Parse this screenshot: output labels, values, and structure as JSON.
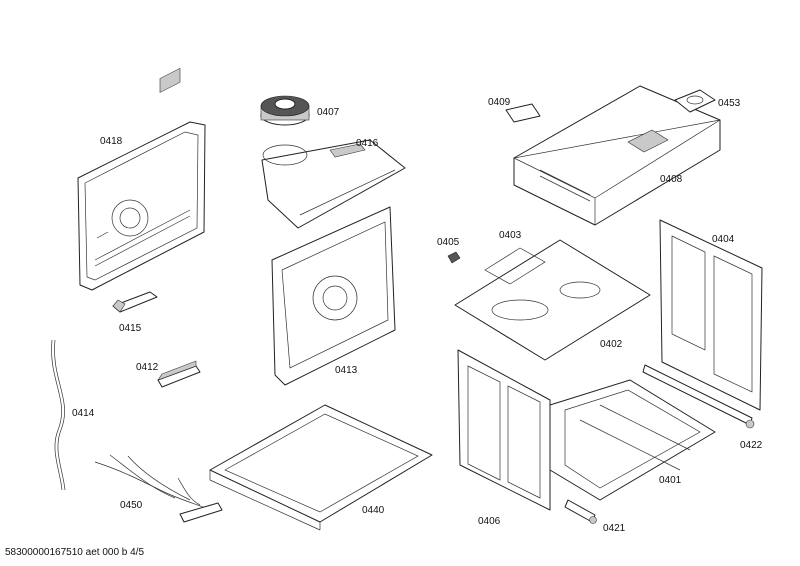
{
  "labels": {
    "p0407": "0407",
    "p0416": "0416",
    "p0418": "0418",
    "p0415": "0415",
    "p0413": "0413",
    "p0412": "0412",
    "p0414": "0414",
    "p0450": "0450",
    "p0440": "0440",
    "p0409": "0409",
    "p0453": "0453",
    "p0408": "0408",
    "p0405": "0405",
    "p0403": "0403",
    "p0404": "0404",
    "p0402": "0402",
    "p0422": "0422",
    "p0401": "0401",
    "p0406": "0406",
    "p0421": "0421"
  },
  "footer": {
    "doc_id": "58300000167510 aet 000 b 4/5"
  }
}
